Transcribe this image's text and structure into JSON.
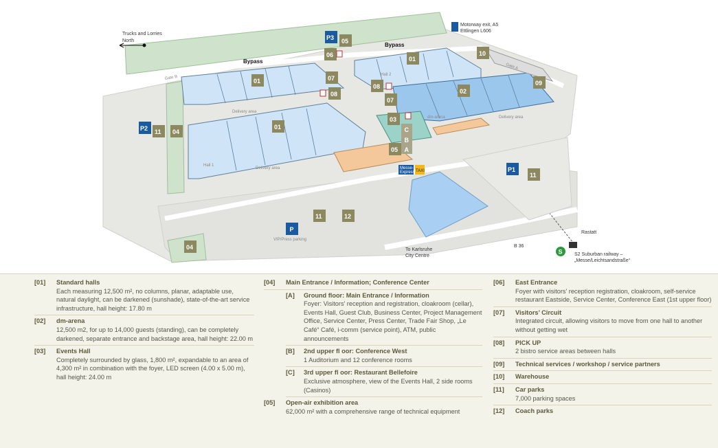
{
  "map": {
    "labels": {
      "trucks": "Trucks and Lorries",
      "north": "North",
      "motorway_line1": "Motorway exit, A5",
      "motorway_line2": "Ettlingen L606",
      "bypass": "Bypass",
      "gate_a": "Gate A",
      "gate_b": "Gate B",
      "delivery_area": "Delivery area",
      "vip_parking": "VIP/Press parking",
      "karlsruhe_line1": "To Karlsruhe",
      "karlsruhe_line2": "City Centre",
      "b36": "B 36",
      "rastatt": "Rastatt",
      "s2_line1": "S2 Suburban railway –",
      "s2_line2": "„Messe/Leichtsandstraße“",
      "messe_line1": "Messe-",
      "messe_line2": "Express",
      "taxi": "TAXI",
      "hall1": "Hall 1",
      "hall2": "Hall 2",
      "dm_arena": "dm-arena",
      "s_symbol": "S"
    },
    "markers": {
      "m01a": "01",
      "m01b": "01",
      "m01c": "01",
      "m02": "02",
      "m03": "03",
      "m04a": "04",
      "m04b": "04",
      "m05a": "05",
      "m05b": "05",
      "m06": "06",
      "m07a": "07",
      "m07b": "07",
      "m08a": "08",
      "m08b": "08",
      "m09": "09",
      "m10": "10",
      "m11a": "11",
      "m11b": "11",
      "m11c": "11",
      "m12": "12",
      "mA": "A",
      "mB": "B",
      "mC": "C",
      "p1": "P1",
      "p2": "P2",
      "p3": "P3",
      "p": "P"
    },
    "colors": {
      "marker": "#8c8860",
      "parking": "#1a5aa0",
      "hall_roof": "#cfe5f7",
      "arena_roof": "#9cc7ec",
      "events_hall": "#9bd3c8",
      "foyer": "#f4c89b",
      "water": "#a9d0f2",
      "green": "#cfe3cc"
    }
  },
  "legend": {
    "col1": [
      {
        "code": "[01]",
        "title": "Standard halls",
        "desc": "Each measuring 12,500 m², no columns, planar, adaptable use, natural daylight, can be darkened (sunshade), state-of-the-art service infrastructure, hall height: 17.80 m"
      },
      {
        "code": "[02]",
        "title": "dm-arena",
        "desc": "12,500 m2, for up to 14,000 guests (standing), can be completely darkened, separate entrance and backstage area, hall height: 22.00 m"
      },
      {
        "code": "[03]",
        "title": "Events Hall",
        "desc": "Completely surrounded by glass, 1,800 m², expandable to an area of 4,300 m² in combination with the foyer, LED screen (4.00 x 5.00 m), hall height: 24.00 m"
      }
    ],
    "col2": {
      "code": "[04]",
      "title": "Main Entrance / Information; Conference Center",
      "subs": [
        {
          "code": "[A]",
          "title": "Ground floor: Main Entrance / Information",
          "desc": "Foyer: Visitors’ reception and registration, cloakroom (cellar), Events Hall, Guest Club, Business Center, Project Management Office, Service Center, Press Center, Trade Fair Shop, „Le Café“ Café, i-comm (service point), ATM, public announcements"
        },
        {
          "code": "[B]",
          "title": "2nd upper fl oor: Conference West",
          "desc": "1 Auditorium and 12 conference rooms"
        },
        {
          "code": "[C]",
          "title": "3rd upper fl oor: Restaurant Bellefoire",
          "desc": "Exclusive atmosphere, view of the Events Hall, 2 side rooms (Casinos)"
        }
      ],
      "after": [
        {
          "code": "[05]",
          "title": "Open-air exhibition area",
          "desc": "62,000 m² with a comprehensive range of technical equipment"
        }
      ]
    },
    "col3": [
      {
        "code": "[06]",
        "title": "East Entrance",
        "desc": "Foyer with visitors’ reception registration, cloakroom, self-service restaurant Eastside, Service Center, Conference East (1st upper floor)"
      },
      {
        "code": "[07]",
        "title": "Visitors’ Circuit",
        "desc": "Integrated circuit, allowing visitors to move from one hall to another without getting wet"
      },
      {
        "code": "[08]",
        "title": "PICK UP",
        "desc": "2 bistro service areas between halls"
      },
      {
        "code": "[09]",
        "title": "Technical services / workshop / service partners",
        "desc": ""
      },
      {
        "code": "[10]",
        "title": "Warehouse",
        "desc": ""
      },
      {
        "code": "[11]",
        "title": "Car parks",
        "desc": "7,000 parking spaces"
      },
      {
        "code": "[12]",
        "title": "Coach parks",
        "desc": ""
      }
    ]
  }
}
